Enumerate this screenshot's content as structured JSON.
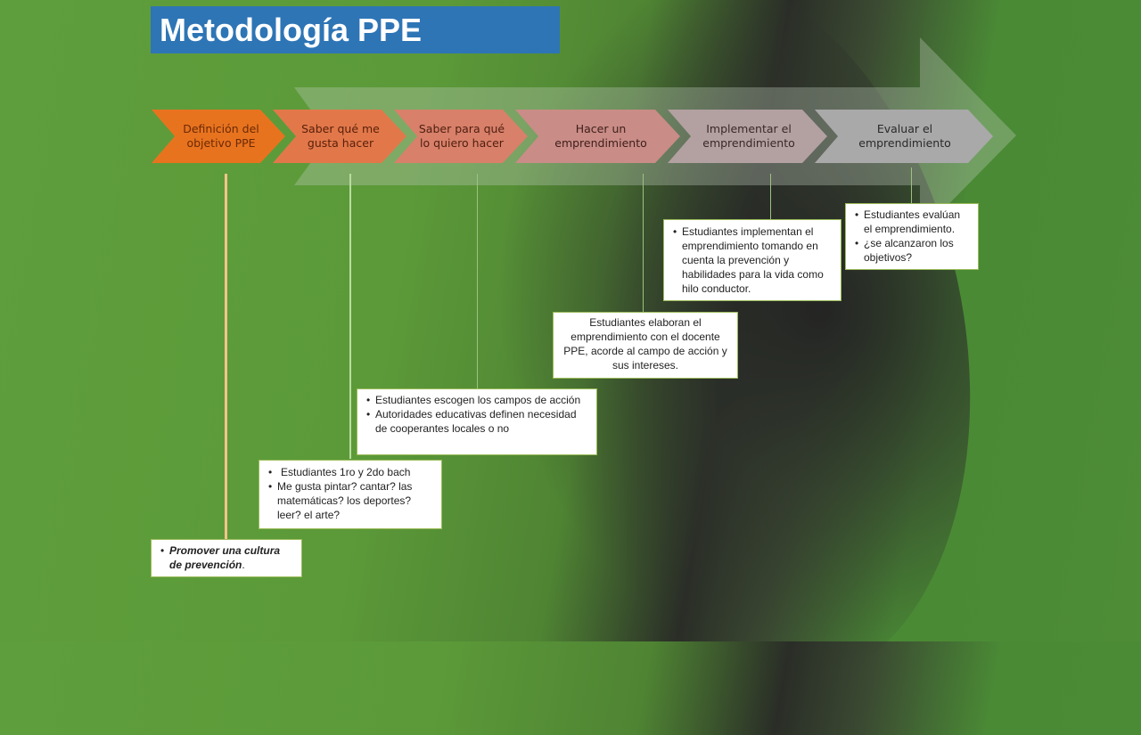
{
  "title": "Metodología PPE",
  "steps": [
    {
      "label": "Definición del objetivo PPE",
      "color": "#e8731f"
    },
    {
      "label": "Saber qué me gusta hacer",
      "color": "#e2784a"
    },
    {
      "label": "Saber para qué lo quiero hacer",
      "color": "#d8806a"
    },
    {
      "label": "Hacer un emprendimiento",
      "color": "#c98c86"
    },
    {
      "label": "Implementar el emprendimiento",
      "color": "#b3a0a1"
    },
    {
      "label": "Evaluar el emprendimiento",
      "color": "#a9a9a9"
    }
  ],
  "notes": {
    "n1": {
      "bold_italic": "Promover una cultura de prevención",
      "suffix": "."
    },
    "n2": {
      "items": [
        "Estudiantes 1ro y 2do bach",
        "Me gusta pintar? cantar? las matemáticas? los deportes? leer? el arte?"
      ]
    },
    "n3": {
      "items": [
        "Estudiantes escogen los campos de acción",
        "Autoridades educativas definen necesidad de cooperantes locales o no"
      ]
    },
    "n4": {
      "text": "Estudiantes elaboran el emprendimiento con el docente PPE, acorde al campo de acción y sus intereses."
    },
    "n5": {
      "items": [
        "Estudiantes implementan el emprendimiento tomando en cuenta la prevención y habilidades para la vida como hilo conductor."
      ]
    },
    "n6": {
      "items": [
        "Estudiantes evalúan el emprendimiento.",
        "¿se alcanzaron los objetivos?"
      ]
    }
  }
}
